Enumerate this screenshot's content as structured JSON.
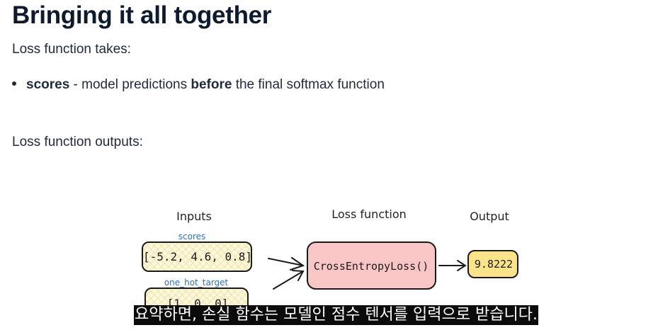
{
  "slide": {
    "title": "Bringing it all together",
    "takes_label": "Loss function takes:",
    "bullet": {
      "term": "scores",
      "dash": " - model predictions ",
      "emph": "before",
      "rest": " the final softmax function"
    },
    "outputs_label": "Loss function outputs:"
  },
  "diagram": {
    "inputs_header": "Inputs",
    "loss_header": "Loss function",
    "output_header": "Output",
    "scores_label": "scores",
    "scores_value": "[-5.2, 4.6, 0.8]",
    "target_label": "one_hot_target",
    "target_value": "[1, 0, 0]",
    "loss_box": "CrossEntropyLoss()",
    "output_value": "9.8222",
    "colors": {
      "input_fill": "#fbf3c8",
      "loss_fill": "#f9c5c5",
      "output_fill": "#fbe38a",
      "label_blue": "#2f6fb8"
    }
  },
  "subtitle": "요약하면, 손실 함수는 모델인 점수 텐서를 입력으로 받습니다."
}
